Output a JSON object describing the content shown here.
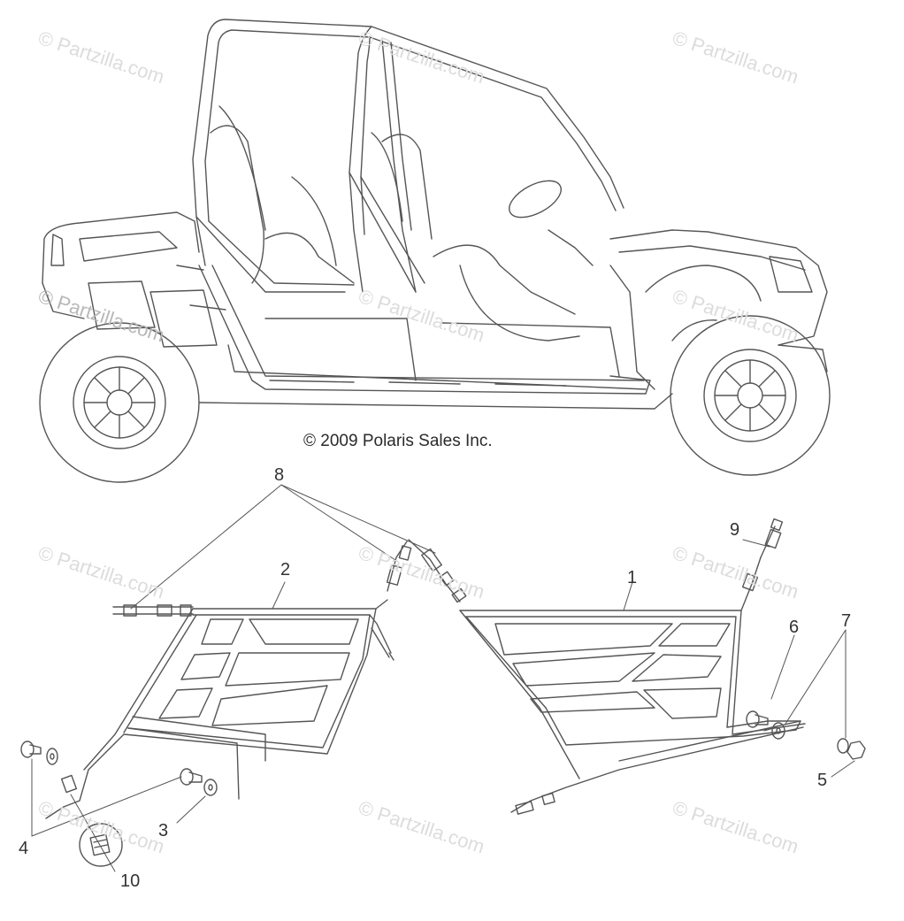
{
  "copyright": "© 2009 Polaris Sales Inc.",
  "watermark": "© Partzilla.com",
  "callouts": {
    "c1": "1",
    "c2": "2",
    "c3": "3",
    "c4": "4",
    "c5": "5",
    "c6": "6",
    "c7": "7",
    "c8": "8",
    "c9": "9",
    "c10": "10"
  },
  "colors": {
    "line": "#555555",
    "watermark": "#dcdcdc",
    "text": "#333333"
  }
}
